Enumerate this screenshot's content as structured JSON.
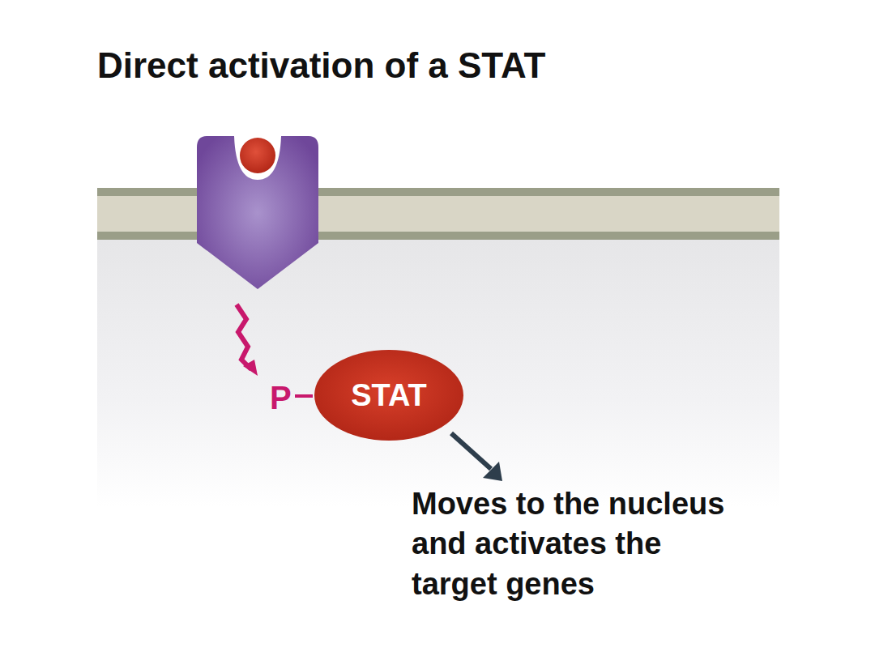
{
  "diagram": {
    "title": "Direct activation of a STAT",
    "nodes": [
      {
        "text": [
          "STAT"
        ]
      }
    ],
    "labels": [
      "P",
      "Moves to the nucleus and activates the target genes"
    ]
  }
}
